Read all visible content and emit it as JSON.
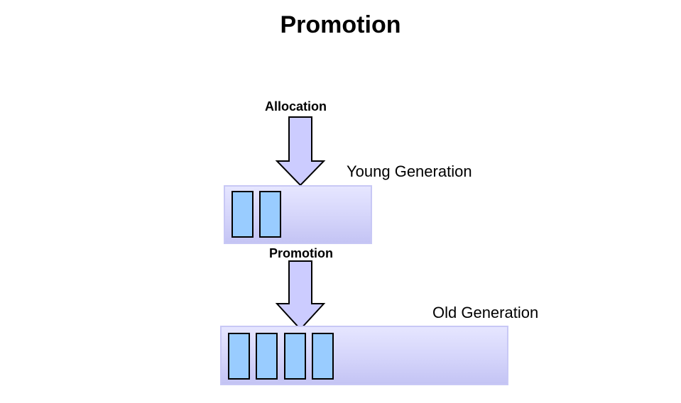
{
  "title": "Promotion",
  "allocation_label": "Allocation",
  "promotion_label": "Promotion",
  "young_generation_label": "Young Generation",
  "old_generation_label": "Old Generation",
  "young_generation_objects": 2,
  "old_generation_objects": 4,
  "colors": {
    "arrow_fill": "#ccccff",
    "region_fill": "#d6d6fb",
    "object_fill": "#99ccff"
  }
}
